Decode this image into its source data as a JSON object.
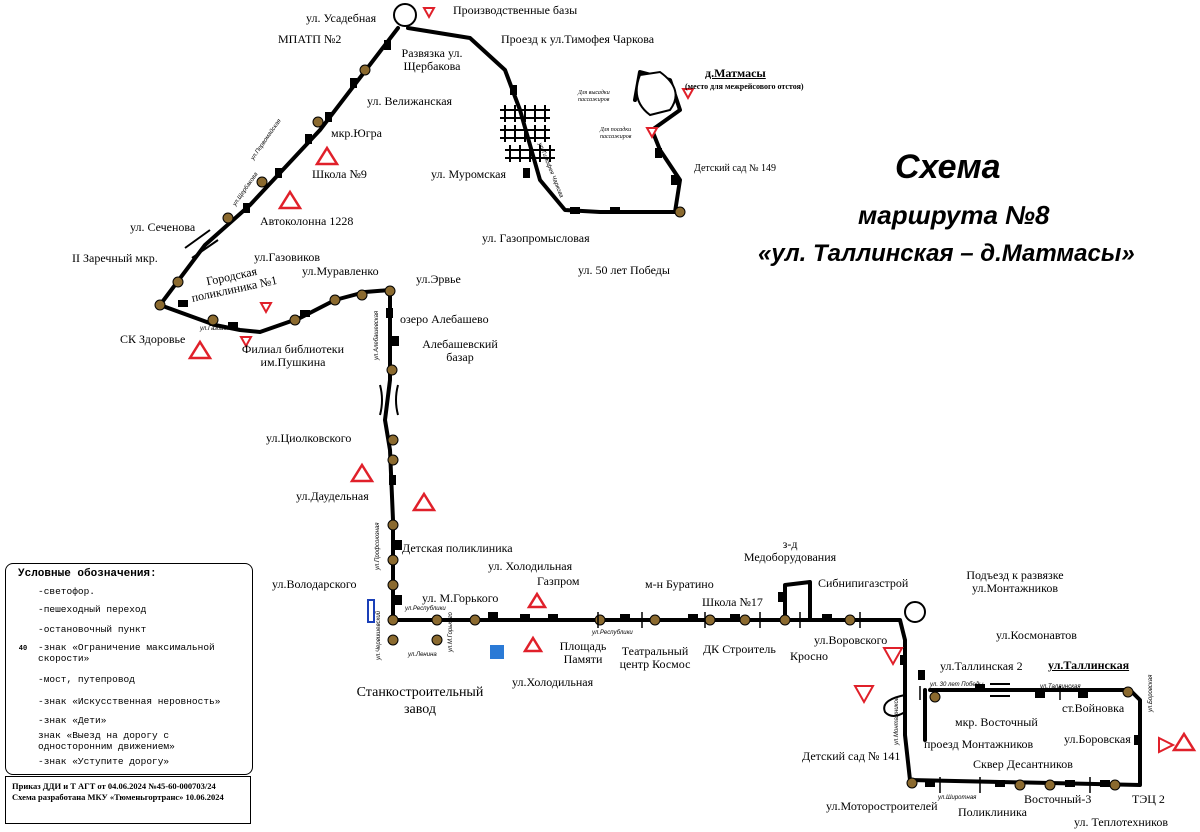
{
  "title": {
    "line1": "Схема",
    "line2": "маршрута №8",
    "line3": "«ул. Таллинская – д.Матмасы»"
  },
  "stops": {
    "usadebnaya": "ул. Усадебная",
    "mpatp2": "МПАТП №2",
    "razvyazka": "Развязка ул. Щербакова",
    "velizhanskaya": "ул. Велижанская",
    "yugra": "мкр.Югра",
    "shkola9": "Школа №9",
    "avtokolonna": "Автоколонна 1228",
    "sechenova": "ул. Сеченова",
    "zarechny": "II Заречный мкр.",
    "poliklinika1": "Городская поликлиника №1",
    "sk_zdorovie": "СК Здоровье",
    "gazovikov": "ул.Газовиков",
    "muravlenko": "ул.Муравленко",
    "ervie": "ул.Эрвье",
    "filial": "Филиал библиотеки им.Пушкина",
    "alebashevo": "озеро Алебашево",
    "alebash_bazar": "Алебашевский базар",
    "tsiolkovskogo": "ул.Циолковского",
    "daudelnaya": "ул.Даудельная",
    "detskaya_pol": "Детская поликлиника",
    "volodarskogo": "ул.Володарского",
    "stankostroitelny": "Станкостроительный завод",
    "gorkogo": "ул. М.Горького",
    "kholodilnaya1": "ул. Холодильная",
    "gazprom": "Газпром",
    "kholodilnaya2": "ул.Холодильная",
    "ploshchad": "Площадь Памяти",
    "teatralny": "Театральный центр Космос",
    "buratino": "м-н Буратино",
    "shkola17": "Школа №17",
    "dk": "ДК Строитель",
    "medoborud": "з-д Медоборудования",
    "sibnipi": "Сибнипигазстрой",
    "krosno": "Кросно",
    "vorovskogo": "ул.Воровского",
    "podezd": "Подъезд к развязке ул.Монтажников",
    "kosmonavtov": "ул.Космонавтов",
    "tallinskaya2": "ул.Таллинская 2",
    "tallinskaya": "ул.Таллинская",
    "voinovka": "ст.Войновка",
    "mkr_vostochny": "мкр. Восточный",
    "proezd_mont": "проезд Монтажников",
    "borovskaya": "ул.Боровская",
    "sad141": "Детский сад № 141",
    "skver": "Сквер Десантников",
    "motorostr": "ул.Моторостроителей",
    "poliklinika": "Поликлиника",
    "vostochny3": "Восточный-3",
    "tets2": "ТЭЦ 2",
    "teplotekh": "ул. Теплотехников",
    "proizv": "Производственные базы",
    "charkova": "Проезд к ул.Тимофея Чаркова",
    "matmasy": "д.Матмасы",
    "matmasy_note": "(место для межрейсового отстоя)",
    "vysadka": "Для высадки пассажиров",
    "posadka": "Для посадки пассажиров",
    "sad149": "Детский сад № 149",
    "muromskaya": "ул. Муромская",
    "gazpromysl": "ул. Газопромысловая",
    "pobedy": "ул. 50 лет Победы"
  },
  "streets": {
    "shcherbakova": "ул.Щербакова",
    "gazovikov": "ул.Газовиков",
    "alebashevskaya": "ул.Алебашевская",
    "profsoyuznaya": "ул.Профсоюзная",
    "respubliki": "ул.Республики",
    "lenina": "ул.Ленина",
    "gorkogo": "ул.М.Горького",
    "respubliki2": "ул.Республики",
    "chervishevsky": "ул.Червишевский",
    "let30": "ул. 30 лет Победы",
    "tallinskaya": "ул.Таллинская",
    "shirotnaya": "ул.Широтная",
    "montazhnikov": "ул.Монтажников",
    "borovskaya": "ул.Боровская",
    "charkova": "ул.Тимофея Чаркова",
    "pervomaiskaya": "ул.Первомайская"
  },
  "legend": {
    "title": "Условные обозначения:",
    "traffic_light": "-светофор.",
    "crossing": "-пешеходный переход",
    "stop": "-остановочный пункт",
    "speed_limit_value": "40",
    "speed_limit": "-знак «Ограничение максимальной скорости»",
    "bridge": "-мост, путепровод",
    "bump": "-знак «Искусственная неровность»",
    "children": "-знак «Дети»",
    "oneway": "знак «Выезд на дорогу с односторонним движением»",
    "yield": "-знак «Уступите дорогу»"
  },
  "order": {
    "line1": "Приказ ДДИ и Т АГТ от 04.06.2024 №45-60-000703/24",
    "line2": "Схема разработана МКУ «Тюменьгортранс» 10.06.2024"
  },
  "colors": {
    "route": "#000000",
    "warning": "#e0202a",
    "oneway": "#1a3fb8",
    "traffic": "#8b6a2f"
  }
}
